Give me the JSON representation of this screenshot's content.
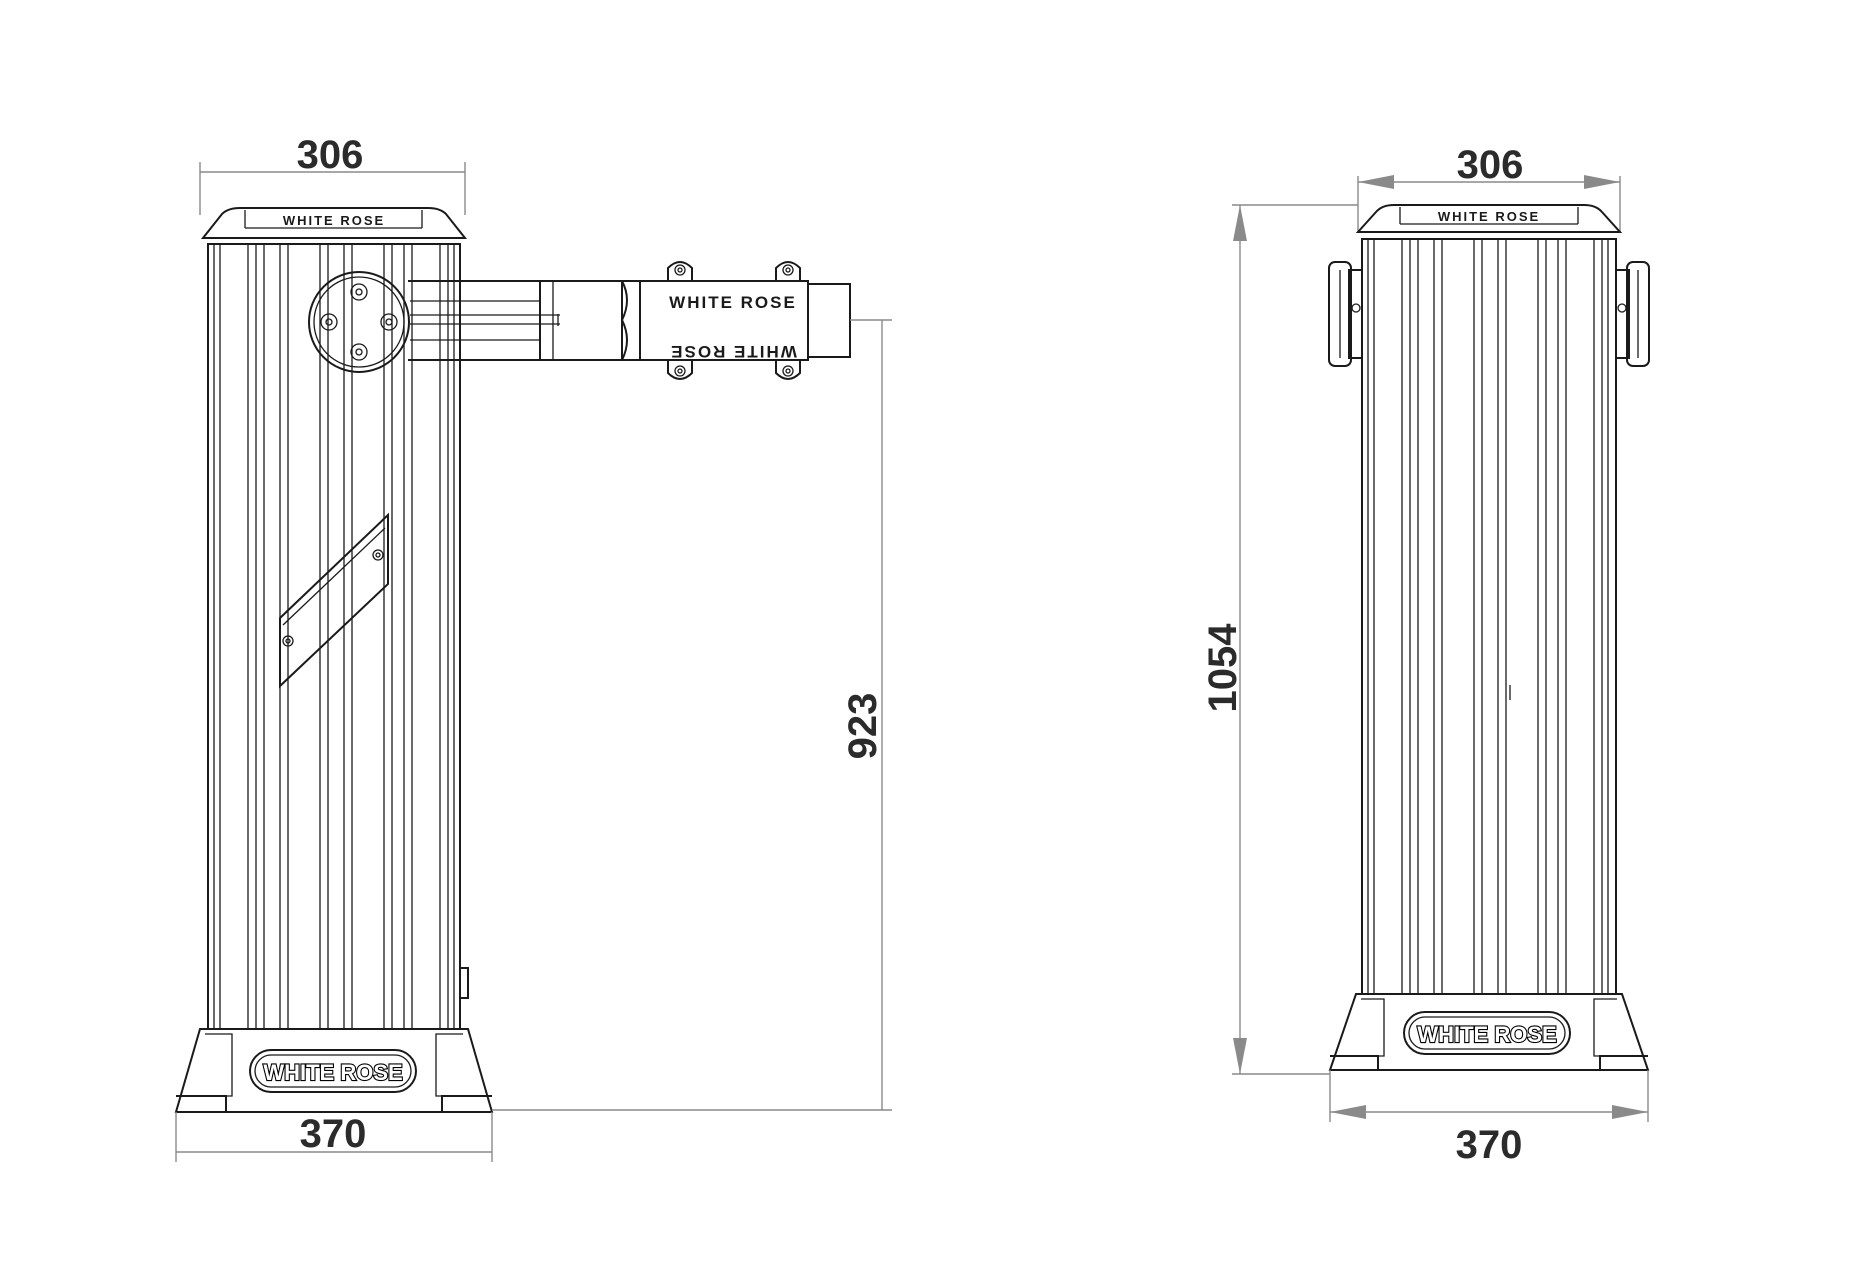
{
  "left_view": {
    "top_width": "306",
    "base_width": "370",
    "arm_height": "923",
    "cap_brand": "WHITE ROSE",
    "arm_brand_top": "WHITE ROSE",
    "arm_brand_bottom": "WHITE ROSE",
    "base_brand": "WHITE ROSE"
  },
  "right_view": {
    "top_width": "306",
    "base_width": "370",
    "total_height": "1054",
    "cap_brand": "WHITE ROSE",
    "base_brand": "WHITE ROSE"
  }
}
